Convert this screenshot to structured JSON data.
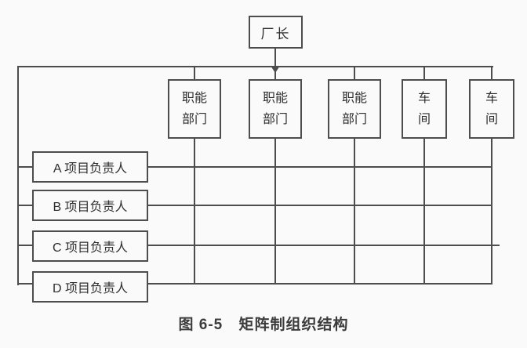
{
  "figure": {
    "chief_label": "厂长",
    "departments": [
      {
        "type": "functional-department",
        "line1": "职能",
        "line2": "部门"
      },
      {
        "type": "functional-department",
        "line1": "职能",
        "line2": "部门"
      },
      {
        "type": "functional-department",
        "line1": "职能",
        "line2": "部门"
      },
      {
        "type": "workshop",
        "line1": "车",
        "line2": "间"
      },
      {
        "type": "workshop",
        "line1": "车",
        "line2": "间"
      }
    ],
    "projects": [
      "A 项目负责人",
      "B 项目负责人",
      "C 项目负责人",
      "D 项目负责人"
    ],
    "caption_number": "图 6-5",
    "caption_title": "矩阵制组织结构"
  },
  "colors": {
    "line": "#4d4d4d",
    "text": "#2e2e2e",
    "background": "#fafafa"
  }
}
